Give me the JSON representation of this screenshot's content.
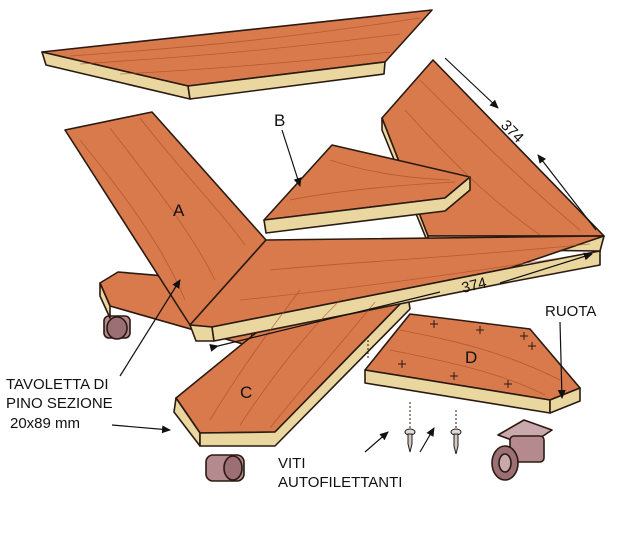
{
  "parts": {
    "a": "A",
    "b": "B",
    "c": "C",
    "d": "D"
  },
  "dimensions": {
    "long_board": "374",
    "diagonal_board": "374"
  },
  "notes": {
    "board_line1": "TAVOLETTA DI",
    "board_line2": "PINO SEZIONE",
    "board_line3": "20x89 mm",
    "screws_line1": "VITI",
    "screws_line2": "AUTOFILETTANTI",
    "wheel": "RUOTA"
  },
  "colors": {
    "wood": "#d87a4c",
    "wood_dark": "#b8572f",
    "edge": "#ead7a0",
    "outline": "#2b1a12",
    "wheel": "#b58a8e"
  }
}
